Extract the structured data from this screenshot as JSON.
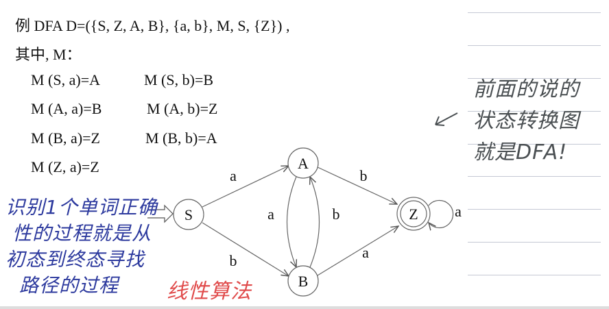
{
  "slide": {
    "definition": "例  DFA D=({S, Z, A, B}, {a, b}, M, S, {Z}) ,",
    "where": "其中, M：",
    "transitions": [
      [
        "M (S, a)=A",
        "M (S, b)=B"
      ],
      [
        "M (A, a)=B",
        "M (A, b)=Z"
      ],
      [
        "M (B, a)=Z",
        "M (B, b)=A"
      ],
      [
        "M (Z, a)=Z",
        ""
      ]
    ]
  },
  "diagram": {
    "states": [
      "S",
      "A",
      "B",
      "Z"
    ],
    "edges": [
      {
        "from": "S",
        "to": "A",
        "label": "a"
      },
      {
        "from": "S",
        "to": "B",
        "label": "b"
      },
      {
        "from": "A",
        "to": "B",
        "label": "a"
      },
      {
        "from": "B",
        "to": "A",
        "label": "b"
      },
      {
        "from": "A",
        "to": "Z",
        "label": "b"
      },
      {
        "from": "B",
        "to": "Z",
        "label": "a"
      },
      {
        "from": "Z",
        "to": "Z",
        "label": "a"
      }
    ]
  },
  "annotations": {
    "right_note": [
      "前面的说的",
      "状态转换图",
      "就是DFA!"
    ],
    "left_note": [
      "识别1个单词正确",
      "性的过程就是从",
      "初态到终态寻找",
      "路径的过程"
    ],
    "red_note": "线性算法"
  },
  "colors": {
    "blue_ink": "#2d3a9e",
    "gray_ink": "#4a4f52",
    "red_ink": "#e04a4a"
  }
}
